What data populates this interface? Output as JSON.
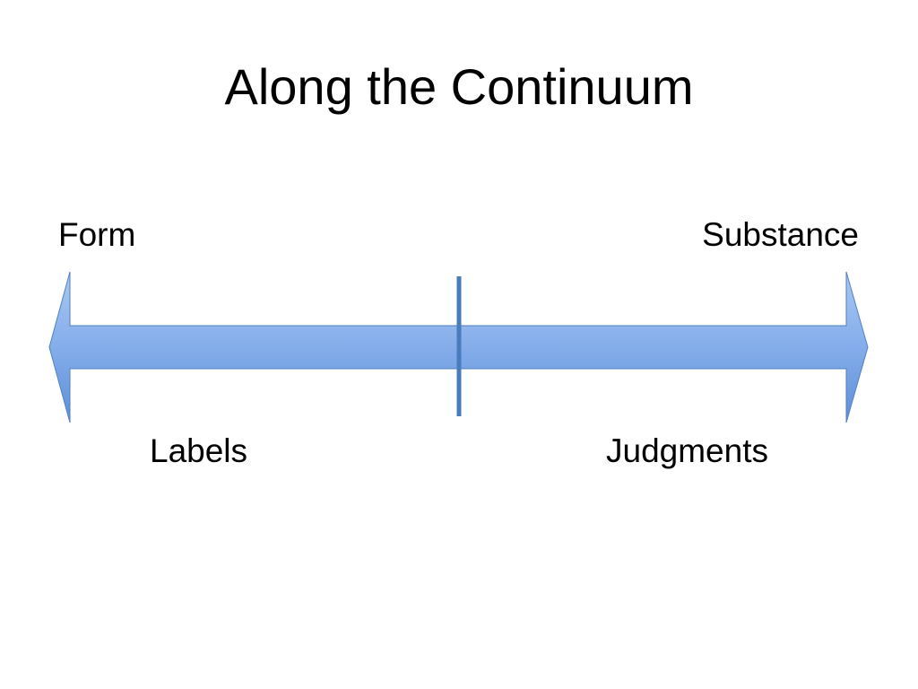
{
  "slide": {
    "title": "Along the Continuum",
    "continuum": {
      "left_end": "Form",
      "right_end": "Substance",
      "left_region": "Labels",
      "right_region": "Judgments"
    }
  },
  "colors": {
    "arrow_fill_light": "#a9c8f2",
    "arrow_fill_mid": "#84adea",
    "arrow_fill_dark": "#5d8fd8",
    "arrow_stroke": "#4f81c4",
    "divider": "#4a7bbd"
  }
}
